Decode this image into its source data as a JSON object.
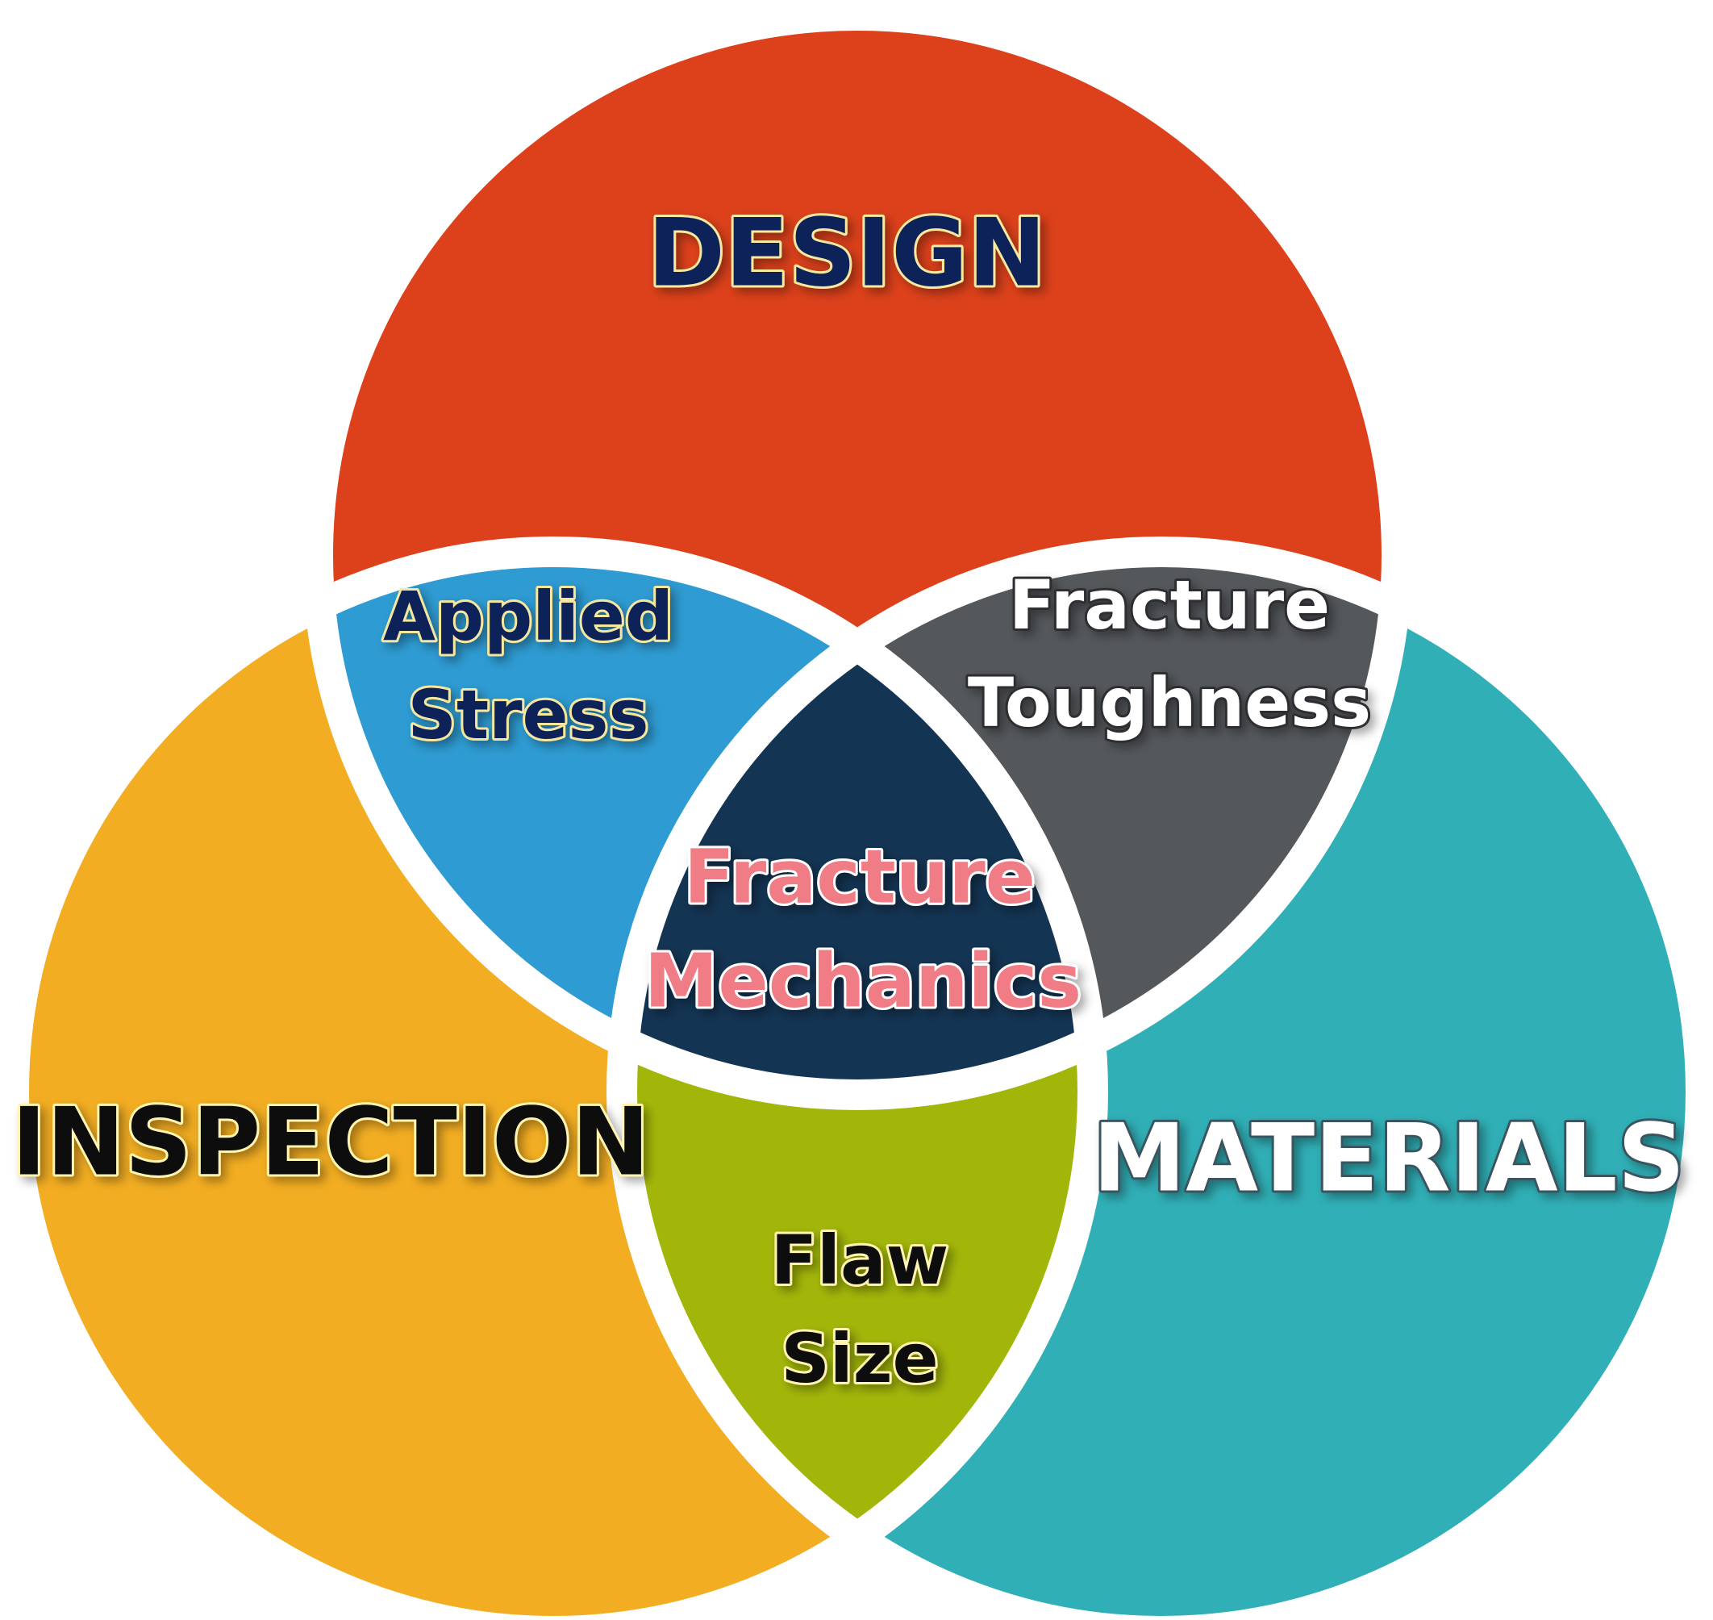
{
  "diagram": {
    "sets": [
      {
        "key": "design",
        "label": "DESIGN",
        "color": "#dc411b",
        "text_color": "#0f2459"
      },
      {
        "key": "inspection",
        "label": "INSPECTION",
        "color": "#f2ad22",
        "text_color": "#111111"
      },
      {
        "key": "materials",
        "label": "MATERIALS",
        "color": "#30afb6",
        "text_color": "#ffffff"
      }
    ],
    "intersections": {
      "design_inspection": {
        "line1": "Applied",
        "line2": "Stress",
        "color": "#2e9bd2",
        "text_color": "#0f2459"
      },
      "design_materials": {
        "line1": "Fracture",
        "line2": "Toughness",
        "color": "#54585b",
        "text_color": "#ffffff"
      },
      "inspection_materials": {
        "line1": "Flaw",
        "line2": "Size",
        "color": "#a2b60a",
        "text_color": "#111111"
      },
      "all": {
        "line1": "Fracture",
        "line2": "Mechanics",
        "color": "#143453",
        "text_color": "#f07c86"
      }
    },
    "separator_color": "#ffffff"
  }
}
